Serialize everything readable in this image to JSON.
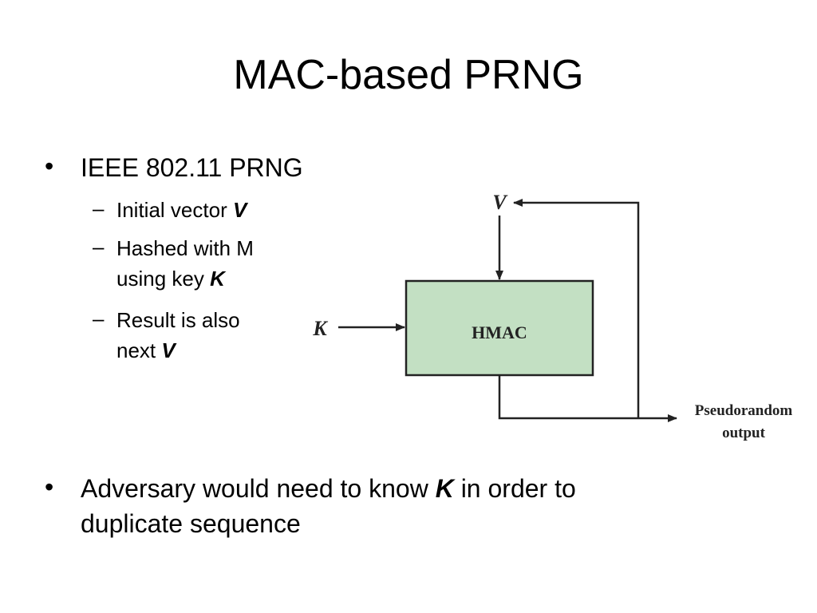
{
  "slide": {
    "title": "MAC-based PRNG"
  },
  "bullets": {
    "b1": "IEEE 802.11 PRNG",
    "sub1_text": "Initial vector ",
    "sub1_em": "V",
    "sub2_line1": "Hashed  with M",
    "sub2_line2_text": "using key ",
    "sub2_line2_em": "K",
    "sub3_line1": "Result is also",
    "sub3_line2_text": "next ",
    "sub3_line2_em": "V",
    "b2_pre": "Adversary would need to know ",
    "b2_em": "K",
    "b2_post": " in order to",
    "b2_line2": "duplicate sequence"
  },
  "diagram": {
    "input_v": "V",
    "input_k": "K",
    "box_label": "HMAC",
    "output_line1": "Pseudorandom",
    "output_line2": "output",
    "box_fill": "#c3e0c3",
    "stroke": "#222222"
  }
}
